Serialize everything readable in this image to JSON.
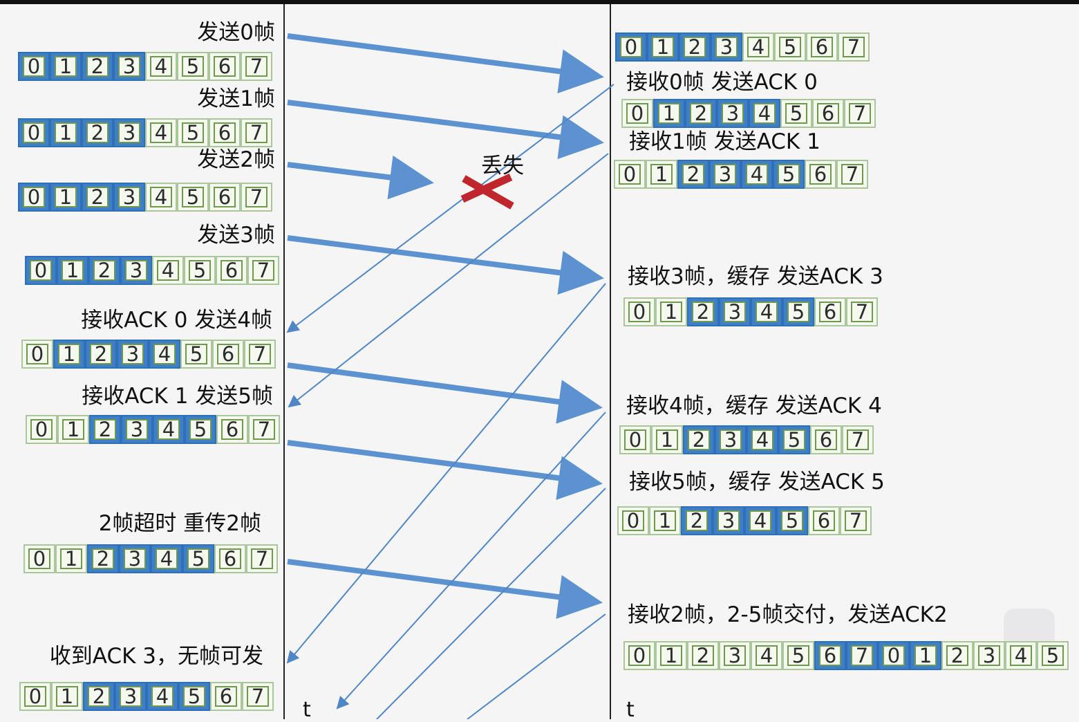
{
  "time_label": "t",
  "lost_label": "丢失",
  "sender": {
    "events": [
      {
        "label": "发送0帧",
        "cells": [
          "0",
          "1",
          "2",
          "3",
          "4",
          "5",
          "6",
          "7"
        ],
        "window": [
          0,
          3
        ]
      },
      {
        "label": "发送1帧",
        "cells": [
          "0",
          "1",
          "2",
          "3",
          "4",
          "5",
          "6",
          "7"
        ],
        "window": [
          0,
          3
        ]
      },
      {
        "label": "发送2帧",
        "cells": [
          "0",
          "1",
          "2",
          "3",
          "4",
          "5",
          "6",
          "7"
        ],
        "window": [
          0,
          3
        ]
      },
      {
        "label": "发送3帧",
        "cells": [
          "0",
          "1",
          "2",
          "3",
          "4",
          "5",
          "6",
          "7"
        ],
        "window": [
          0,
          3
        ]
      },
      {
        "label": "接收ACK 0  发送4帧",
        "cells": [
          "0",
          "1",
          "2",
          "3",
          "4",
          "5",
          "6",
          "7"
        ],
        "window": [
          1,
          4
        ]
      },
      {
        "label": "接收ACK 1   发送5帧",
        "cells": [
          "0",
          "1",
          "2",
          "3",
          "4",
          "5",
          "6",
          "7"
        ],
        "window": [
          2,
          5
        ]
      },
      {
        "label": "2帧超时   重传2帧",
        "cells": [
          "0",
          "1",
          "2",
          "3",
          "4",
          "5",
          "6",
          "7"
        ],
        "window": [
          2,
          5
        ]
      },
      {
        "label": "收到ACK 3，无帧可发",
        "cells": [
          "0",
          "1",
          "2",
          "3",
          "4",
          "5",
          "6",
          "7"
        ],
        "window": [
          2,
          5
        ]
      }
    ]
  },
  "receiver": {
    "events": [
      {
        "label": "",
        "cells": [
          "0",
          "1",
          "2",
          "3",
          "4",
          "5",
          "6",
          "7"
        ],
        "window": [
          0,
          3
        ]
      },
      {
        "label": "接收0帧 发送ACK 0",
        "cells": [
          "0",
          "1",
          "2",
          "3",
          "4",
          "5",
          "6",
          "7"
        ],
        "window": [
          1,
          4
        ]
      },
      {
        "label": "接收1帧 发送ACK 1",
        "cells": [
          "0",
          "1",
          "2",
          "3",
          "4",
          "5",
          "6",
          "7"
        ],
        "window": [
          2,
          5
        ]
      },
      {
        "label": "接收3帧，缓存   发送ACK 3",
        "cells": [
          "0",
          "1",
          "2",
          "3",
          "4",
          "5",
          "6",
          "7"
        ],
        "window": [
          2,
          5
        ]
      },
      {
        "label": "接收4帧，缓存  发送ACK 4",
        "cells": [
          "0",
          "1",
          "2",
          "3",
          "4",
          "5",
          "6",
          "7"
        ],
        "window": [
          2,
          5
        ]
      },
      {
        "label": "接收5帧，缓存  发送ACK 5",
        "cells": [
          "0",
          "1",
          "2",
          "3",
          "4",
          "5",
          "6",
          "7"
        ],
        "window": [
          2,
          5
        ]
      },
      {
        "label": "接收2帧，2-5帧交付，发送ACK2",
        "cells": [
          "0",
          "1",
          "2",
          "3",
          "4",
          "5",
          "6",
          "7",
          "0",
          "1",
          "2",
          "3",
          "4",
          "5"
        ],
        "window": [
          6,
          9
        ]
      }
    ]
  },
  "colors": {
    "frame_arrow": "#5b92cf",
    "ack_line": "#4f86c6",
    "window": "#3f7fc8",
    "lost_mark": "#c0272d"
  }
}
